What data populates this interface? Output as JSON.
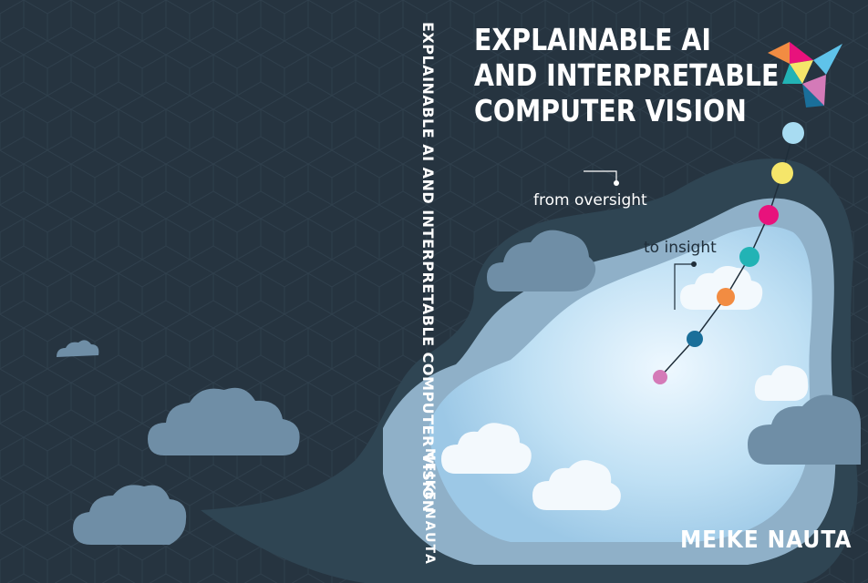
{
  "cover": {
    "title_lines": [
      "EXPLAINABLE AI",
      "AND INTERPRETABLE",
      "COMPUTER VISION"
    ],
    "spine_title": "EXPLAINABLE AI AND INTERPRETABLE COMPUTER VISION",
    "spine_author": "MEIKE NAUTA",
    "tagline_1": "from oversight",
    "tagline_2": "to insight",
    "author": "MEIKE NAUTA"
  },
  "colors": {
    "background": "#263440",
    "cloud_dark": "#2e4250",
    "cloud_mid": "#7f9fb6",
    "cloud_light": "#d9ecf7",
    "sky": "#c5e3f5",
    "dot_1": "#a8dcf2",
    "dot_2": "#f5e66a",
    "dot_3": "#e8127c",
    "dot_4": "#22b3b5",
    "dot_5": "#f28c42",
    "dot_6": "#1a6f9a",
    "dot_7": "#d47ab8"
  },
  "icons": {
    "logo": "origami-bird-logo",
    "pattern": "hexagon-grid-pattern"
  }
}
